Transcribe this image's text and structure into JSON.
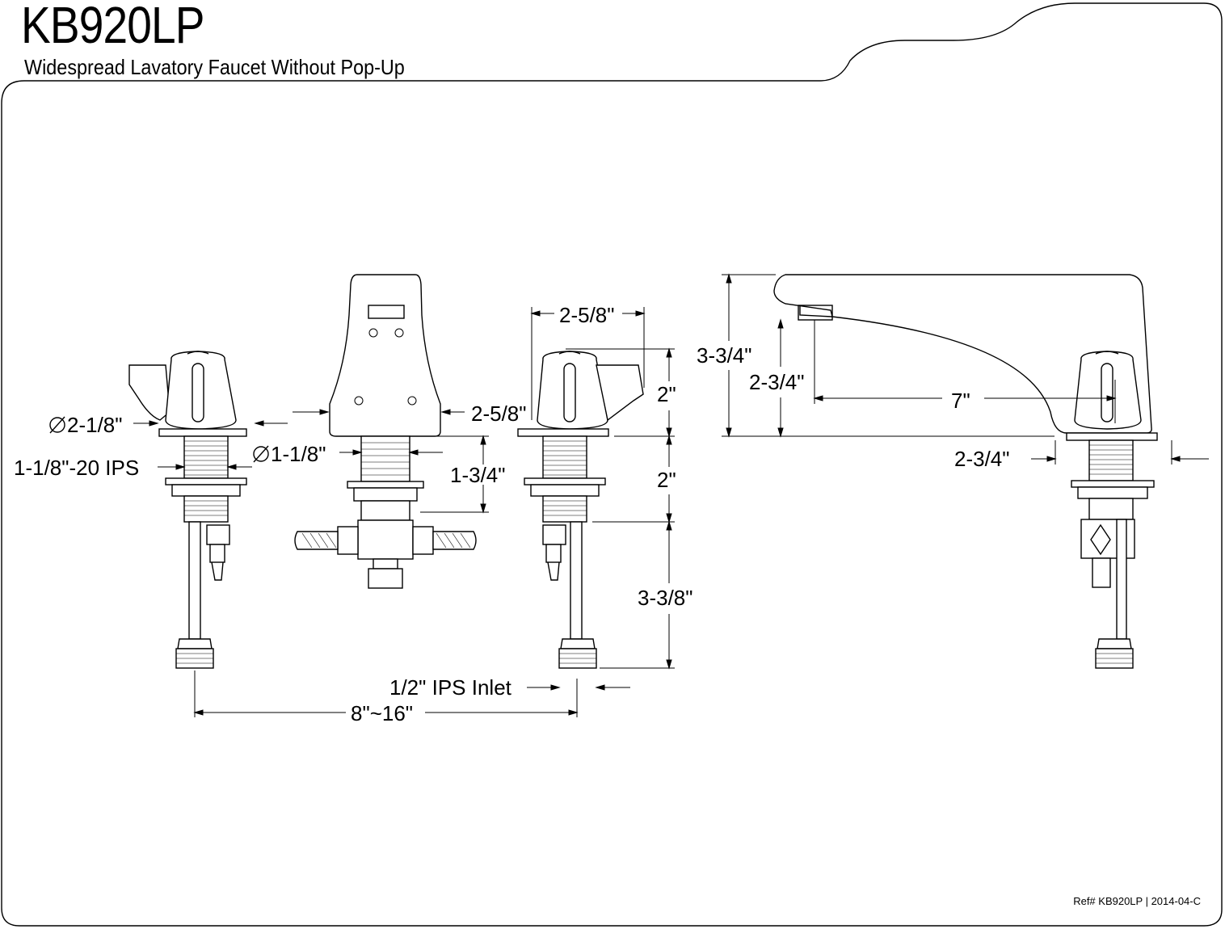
{
  "header": {
    "model": "KB920LP",
    "subtitle": "Widespread Lavatory Faucet Without Pop-Up"
  },
  "footer": {
    "reference": "Ref# KB920LP | 2014-04-C"
  },
  "dimensions": {
    "handle_dia": "2-1/8\"",
    "shank_thread": "1-1/8\"-20 IPS",
    "valve_dia": "1-1/8\"",
    "valve_width": "2-5/8\"",
    "valve_depth": "1-3/4\"",
    "handle_width": "2-5/8\"",
    "handle_height": "2\"",
    "shank_length": "2\"",
    "tail_length": "3-3/8\"",
    "inlet": "1/2\" IPS Inlet",
    "center_spread": "8\"~16\"",
    "spout_height": "3-3/4\"",
    "spout_clearance": "2-3/4\"",
    "spout_reach": "7\"",
    "base_dia": "2-3/4\""
  }
}
